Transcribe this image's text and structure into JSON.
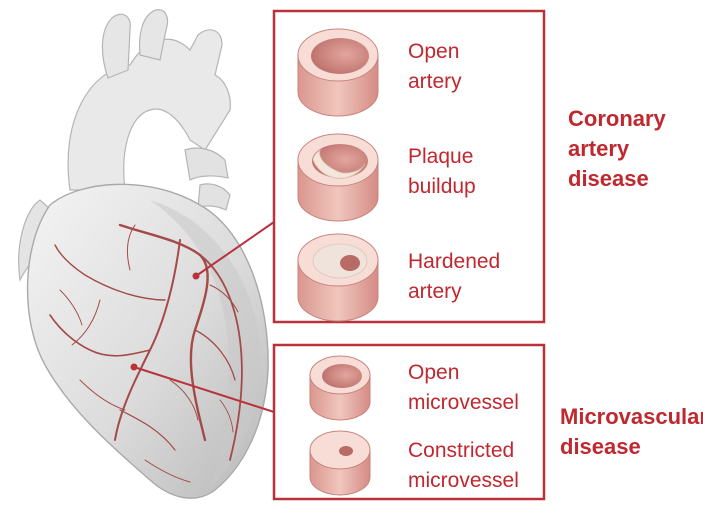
{
  "colors": {
    "frame": "#b9323a",
    "label_text": "#c0282f",
    "vessel_outer": "#e8b6ad",
    "vessel_lumen": "#c67d77",
    "vessel_rim": "#f6ddd6",
    "artery_line": "#a44a48",
    "heart_fill": "#dcdcdc",
    "heart_shadow": "#b9b9b9",
    "plaque": "#f3e4d6",
    "hardened": "#efe3db"
  },
  "coronary_box": {
    "items": [
      {
        "label_line1": "Open",
        "label_line2": "artery",
        "icon": "open-artery-icon"
      },
      {
        "label_line1": "Plaque",
        "label_line2": "buildup",
        "icon": "plaque-buildup-icon"
      },
      {
        "label_line1": "Hardened",
        "label_line2": "artery",
        "icon": "hardened-artery-icon"
      }
    ],
    "category_line1": "Coronary",
    "category_line2": "artery",
    "category_line3": "disease"
  },
  "micro_box": {
    "items": [
      {
        "label_line1": "Open",
        "label_line2": "microvessel",
        "icon": "open-microvessel-icon"
      },
      {
        "label_line1": "Constricted",
        "label_line2": "microvessel",
        "icon": "constricted-microvessel-icon"
      }
    ],
    "category_line1": "Microvascular",
    "category_line2": "disease"
  }
}
